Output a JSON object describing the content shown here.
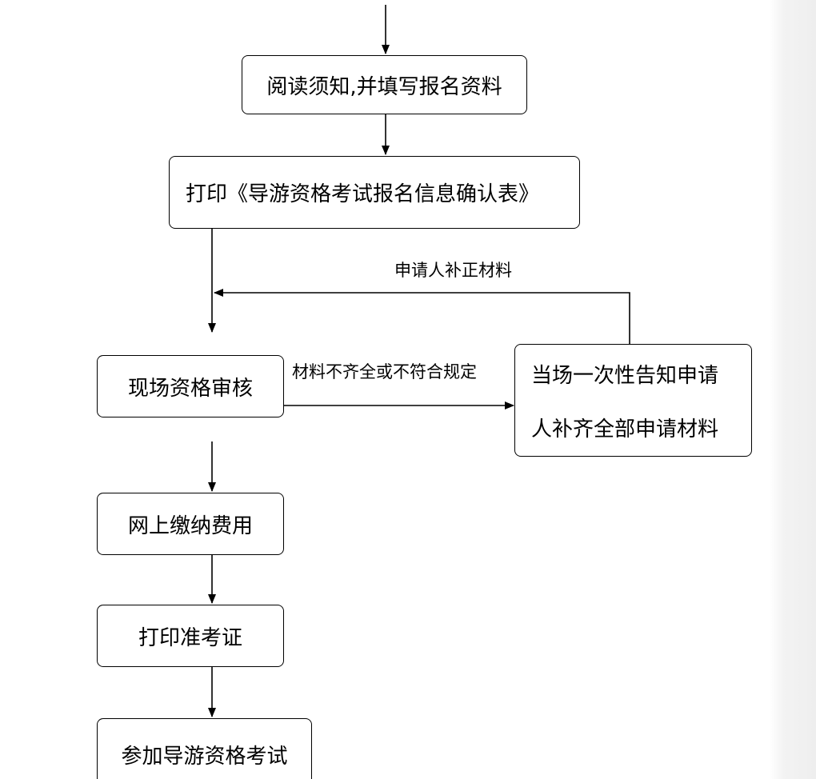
{
  "flowchart": {
    "steps": {
      "read_notice": "阅读须知,并填写报名资料",
      "print_confirmation": "打印《导游资格考试报名信息确认表》",
      "onsite_review": "现场资格审核",
      "pay_online": "网上缴纳费用",
      "print_admission": "打印准考证",
      "take_exam": "参加导游资格考试"
    },
    "notify_box": {
      "line1": "当场一次性告知申请",
      "line2": "人补齐全部申请材料"
    },
    "edge_labels": {
      "incomplete": "材料不齐全或不符合规定",
      "resubmit": "申请人补正材料"
    }
  }
}
